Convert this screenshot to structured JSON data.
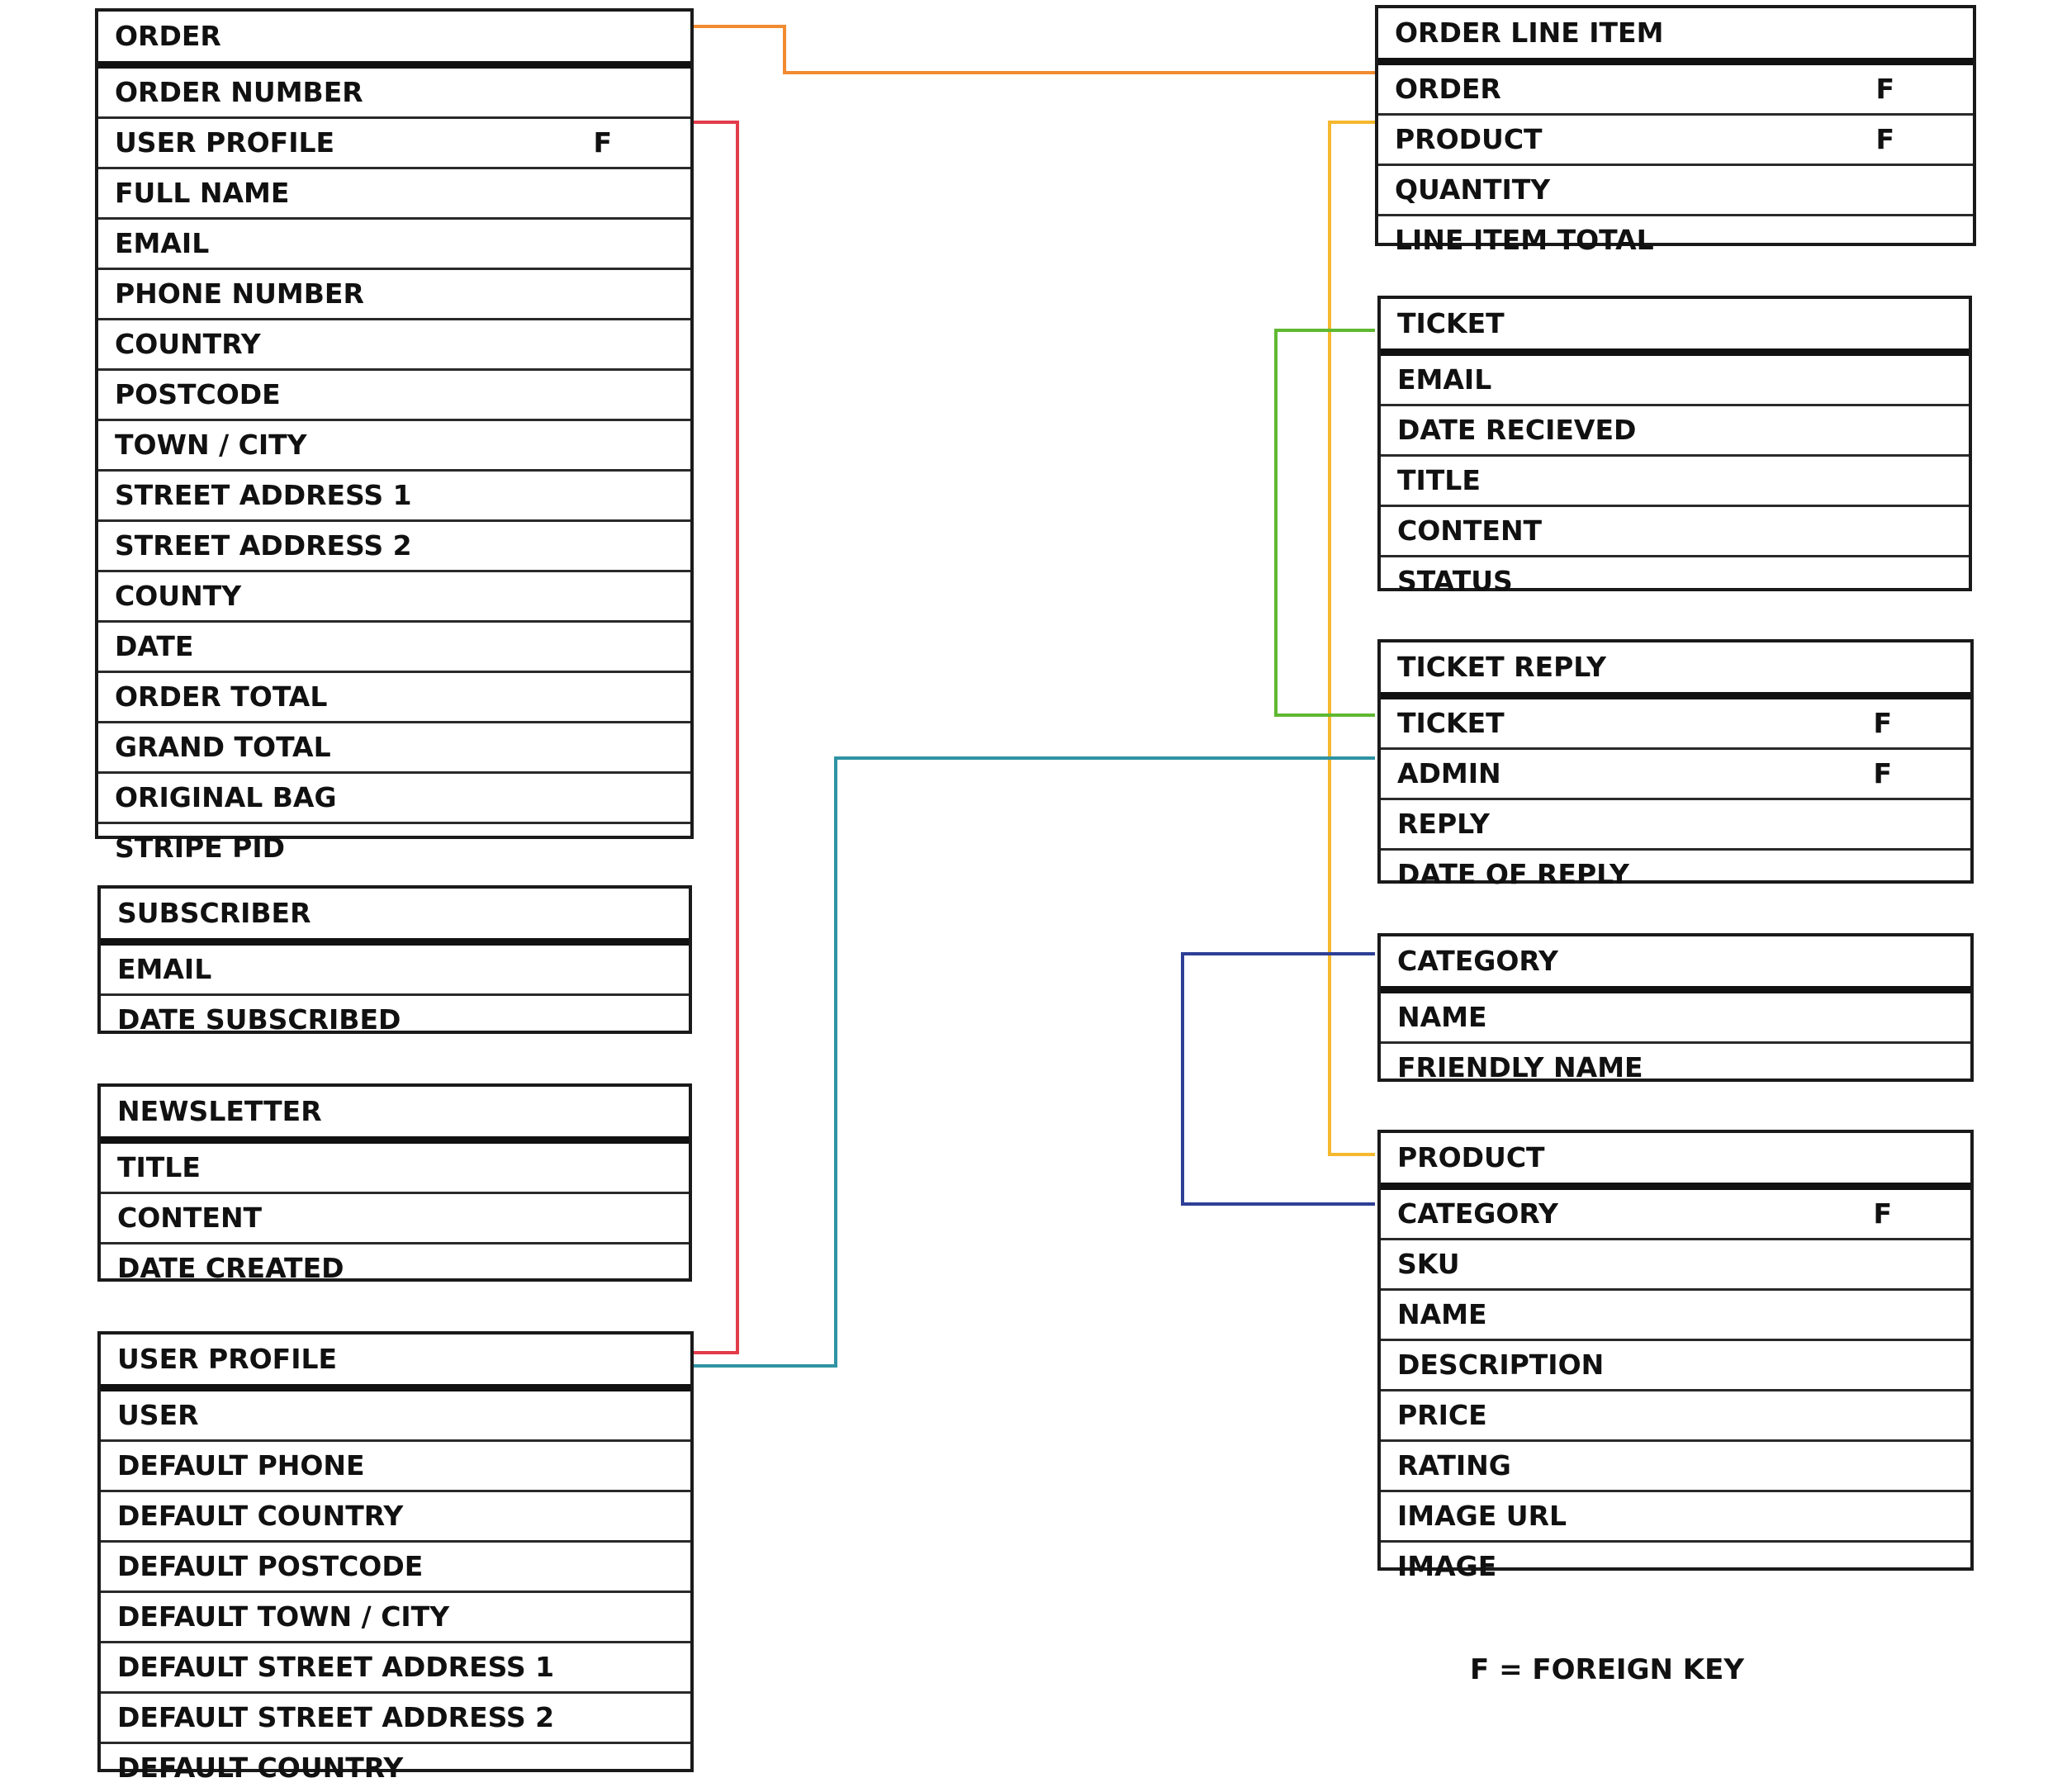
{
  "legend": "F = FOREIGN KEY",
  "colors": {
    "order_link": "#f28a30",
    "user_profile_link": "#e23b4a",
    "product_link": "#f5b82e",
    "ticket_link": "#5fb832",
    "admin_link": "#2f93a3",
    "category_link": "#2e3f95"
  },
  "entities": {
    "order": {
      "title": "ORDER",
      "fields": [
        {
          "name": "ORDER NUMBER",
          "fk": ""
        },
        {
          "name": "USER PROFILE",
          "fk": "F"
        },
        {
          "name": "FULL NAME",
          "fk": ""
        },
        {
          "name": "EMAIL",
          "fk": ""
        },
        {
          "name": "PHONE NUMBER",
          "fk": ""
        },
        {
          "name": "COUNTRY",
          "fk": ""
        },
        {
          "name": "POSTCODE",
          "fk": ""
        },
        {
          "name": "TOWN / CITY",
          "fk": ""
        },
        {
          "name": "STREET ADDRESS 1",
          "fk": ""
        },
        {
          "name": "STREET ADDRESS 2",
          "fk": ""
        },
        {
          "name": "COUNTY",
          "fk": ""
        },
        {
          "name": "DATE",
          "fk": ""
        },
        {
          "name": "ORDER TOTAL",
          "fk": ""
        },
        {
          "name": "GRAND TOTAL",
          "fk": ""
        },
        {
          "name": "ORIGINAL BAG",
          "fk": ""
        },
        {
          "name": "STRIPE PID",
          "fk": ""
        }
      ]
    },
    "subscriber": {
      "title": "SUBSCRIBER",
      "fields": [
        {
          "name": "EMAIL",
          "fk": ""
        },
        {
          "name": "DATE SUBSCRIBED",
          "fk": ""
        }
      ]
    },
    "newsletter": {
      "title": "NEWSLETTER",
      "fields": [
        {
          "name": "TITLE",
          "fk": ""
        },
        {
          "name": "CONTENT",
          "fk": ""
        },
        {
          "name": "DATE CREATED",
          "fk": ""
        }
      ]
    },
    "user_profile": {
      "title": "USER PROFILE",
      "fields": [
        {
          "name": "USER",
          "fk": ""
        },
        {
          "name": "DEFAULT PHONE",
          "fk": ""
        },
        {
          "name": "DEFAULT COUNTRY",
          "fk": ""
        },
        {
          "name": "DEFAULT POSTCODE",
          "fk": ""
        },
        {
          "name": "DEFAULT TOWN / CITY",
          "fk": ""
        },
        {
          "name": "DEFAULT STREET ADDRESS 1",
          "fk": ""
        },
        {
          "name": "DEFAULT STREET ADDRESS 2",
          "fk": ""
        },
        {
          "name": "DEFAULT COUNTRY",
          "fk": ""
        }
      ]
    },
    "order_line_item": {
      "title": "ORDER LINE ITEM",
      "fields": [
        {
          "name": "ORDER",
          "fk": "F"
        },
        {
          "name": "PRODUCT",
          "fk": "F"
        },
        {
          "name": "QUANTITY",
          "fk": ""
        },
        {
          "name": "LINE ITEM TOTAL",
          "fk": ""
        }
      ]
    },
    "ticket": {
      "title": "TICKET",
      "fields": [
        {
          "name": "EMAIL",
          "fk": ""
        },
        {
          "name": "DATE RECIEVED",
          "fk": ""
        },
        {
          "name": "TITLE",
          "fk": ""
        },
        {
          "name": "CONTENT",
          "fk": ""
        },
        {
          "name": "STATUS",
          "fk": ""
        }
      ]
    },
    "ticket_reply": {
      "title": "TICKET REPLY",
      "fields": [
        {
          "name": "TICKET",
          "fk": "F"
        },
        {
          "name": "ADMIN",
          "fk": "F"
        },
        {
          "name": "REPLY",
          "fk": ""
        },
        {
          "name": "DATE OF REPLY",
          "fk": ""
        }
      ]
    },
    "category": {
      "title": "CATEGORY",
      "fields": [
        {
          "name": "NAME",
          "fk": ""
        },
        {
          "name": "FRIENDLY NAME",
          "fk": ""
        }
      ]
    },
    "product": {
      "title": "PRODUCT",
      "fields": [
        {
          "name": "CATEGORY",
          "fk": "F"
        },
        {
          "name": "SKU",
          "fk": ""
        },
        {
          "name": "NAME",
          "fk": ""
        },
        {
          "name": "DESCRIPTION",
          "fk": ""
        },
        {
          "name": "PRICE",
          "fk": ""
        },
        {
          "name": "RATING",
          "fk": ""
        },
        {
          "name": "IMAGE URL",
          "fk": ""
        },
        {
          "name": "IMAGE",
          "fk": ""
        }
      ]
    }
  }
}
